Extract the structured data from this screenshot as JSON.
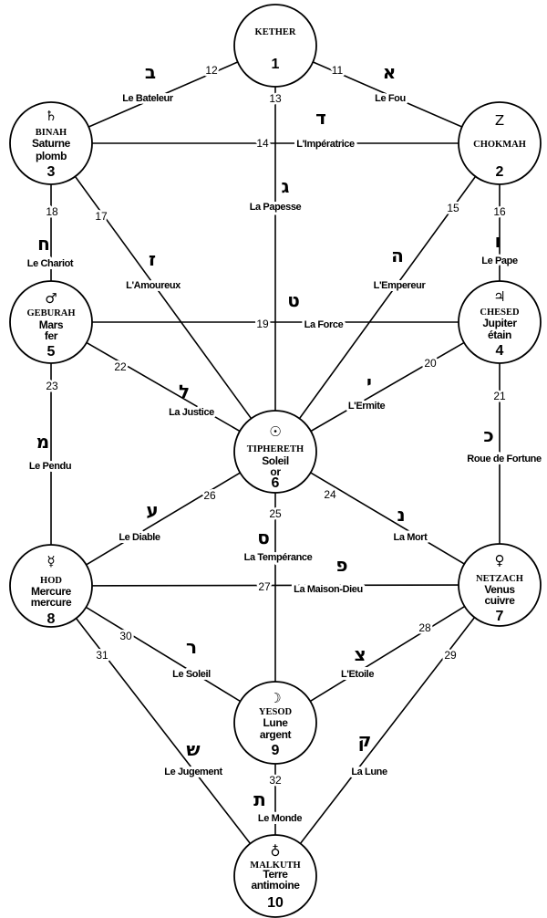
{
  "sephirot": [
    {
      "id": "kether",
      "name": "KETHER",
      "planet": "",
      "metal": "",
      "number": "1",
      "symbol": ""
    },
    {
      "id": "chokmah",
      "name": "CHOKMAH",
      "planet": "",
      "metal": "",
      "number": "2",
      "symbol": "Z"
    },
    {
      "id": "binah",
      "name": "BINAH",
      "planet": "Saturne",
      "metal": "plomb",
      "number": "3",
      "symbol": "♄"
    },
    {
      "id": "chesed",
      "name": "CHESED",
      "planet": "Jupiter",
      "metal": "étain",
      "number": "4",
      "symbol": "♃"
    },
    {
      "id": "geburah",
      "name": "GEBURAH",
      "planet": "Mars",
      "metal": "fer",
      "number": "5",
      "symbol": "♂"
    },
    {
      "id": "tiphereth",
      "name": "TIPHERETH",
      "planet": "Soleil",
      "metal": "or",
      "number": "6",
      "symbol": "☉"
    },
    {
      "id": "netzach",
      "name": "NETZACH",
      "planet": "Venus",
      "metal": "cuivre",
      "number": "7",
      "symbol": "♀"
    },
    {
      "id": "hod",
      "name": "HOD",
      "planet": "Mercure",
      "metal": "mercure",
      "number": "8",
      "symbol": "☿"
    },
    {
      "id": "yesod",
      "name": "YESOD",
      "planet": "Lune",
      "metal": "argent",
      "number": "9",
      "symbol": "☽"
    },
    {
      "id": "malkuth",
      "name": "MALKUTH",
      "planet": "Terre",
      "metal": "antimoine",
      "number": "10",
      "symbol": "♁"
    }
  ],
  "paths": [
    {
      "number": "11",
      "from": "kether",
      "to": "chokmah",
      "letter": "א",
      "tarot": "Le Fou"
    },
    {
      "number": "12",
      "from": "kether",
      "to": "binah",
      "letter": "ב",
      "tarot": "Le Bateleur"
    },
    {
      "number": "13",
      "from": "kether",
      "to": "tiphereth",
      "letter": "ג",
      "tarot": "La Papesse"
    },
    {
      "number": "14",
      "from": "binah",
      "to": "chokmah",
      "letter": "ד",
      "tarot": "L'Impératrice"
    },
    {
      "number": "15",
      "from": "chokmah",
      "to": "tiphereth",
      "letter": "ה",
      "tarot": "L'Empereur"
    },
    {
      "number": "16",
      "from": "chokmah",
      "to": "chesed",
      "letter": "ו",
      "tarot": "Le Pape"
    },
    {
      "number": "17",
      "from": "binah",
      "to": "tiphereth",
      "letter": "ז",
      "tarot": "L'Amoureux"
    },
    {
      "number": "18",
      "from": "binah",
      "to": "geburah",
      "letter": "ח",
      "tarot": "Le Chariot"
    },
    {
      "number": "19",
      "from": "geburah",
      "to": "chesed",
      "letter": "ט",
      "tarot": "La Force"
    },
    {
      "number": "20",
      "from": "chesed",
      "to": "tiphereth",
      "letter": "י",
      "tarot": "L'Ermite"
    },
    {
      "number": "21",
      "from": "chesed",
      "to": "netzach",
      "letter": "כ",
      "tarot": "Roue de Fortune"
    },
    {
      "number": "22",
      "from": "geburah",
      "to": "tiphereth",
      "letter": "ל",
      "tarot": "La Justice"
    },
    {
      "number": "23",
      "from": "geburah",
      "to": "hod",
      "letter": "מ",
      "tarot": "Le Pendu"
    },
    {
      "number": "24",
      "from": "tiphereth",
      "to": "netzach",
      "letter": "נ",
      "tarot": "La Mort"
    },
    {
      "number": "25",
      "from": "tiphereth",
      "to": "yesod",
      "letter": "ס",
      "tarot": "La Tempérance"
    },
    {
      "number": "26",
      "from": "tiphereth",
      "to": "hod",
      "letter": "ע",
      "tarot": "Le Diable"
    },
    {
      "number": "27",
      "from": "hod",
      "to": "netzach",
      "letter": "פ",
      "tarot": "La Maison-Dieu"
    },
    {
      "number": "28",
      "from": "netzach",
      "to": "yesod",
      "letter": "צ",
      "tarot": "L'Etoile"
    },
    {
      "number": "29",
      "from": "netzach",
      "to": "malkuth",
      "letter": "ק",
      "tarot": "La Lune"
    },
    {
      "number": "30",
      "from": "hod",
      "to": "yesod",
      "letter": "ר",
      "tarot": "Le Soleil"
    },
    {
      "number": "31",
      "from": "hod",
      "to": "malkuth",
      "letter": "ש",
      "tarot": "Le Jugement"
    },
    {
      "number": "32",
      "from": "yesod",
      "to": "malkuth",
      "letter": "ת",
      "tarot": "Le Monde"
    }
  ]
}
